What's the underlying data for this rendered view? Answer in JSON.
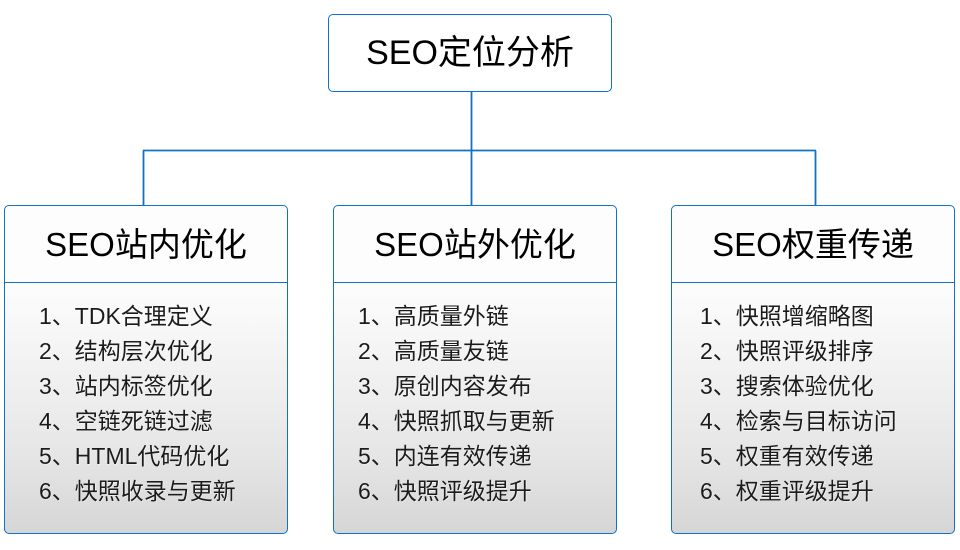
{
  "diagram": {
    "type": "org-chart",
    "orientation": "top-down",
    "accent_color": "#1271c4",
    "background_color": "#ffffff",
    "text_color": "#000000",
    "body_gradient_from": "#fdfdfd",
    "body_gradient_to": "#d6d6d6"
  },
  "root": {
    "label": "SEO定位分析"
  },
  "branches": [
    {
      "id": "on-site",
      "title": "SEO站内优化",
      "items": [
        "1、TDK合理定义",
        "2、结构层次优化",
        "3、站内标签优化",
        "4、空链死链过滤",
        "5、HTML代码优化",
        "6、快照收录与更新"
      ]
    },
    {
      "id": "off-site",
      "title": "SEO站外优化",
      "items": [
        "1、高质量外链",
        "2、高质量友链",
        "3、原创内容发布",
        "4、快照抓取与更新",
        "5、内连有效传递",
        "6、快照评级提升"
      ]
    },
    {
      "id": "weight-transfer",
      "title": "SEO权重传递",
      "items": [
        "1、快照增缩略图",
        "2、快照评级排序",
        "3、搜索体验优化",
        "4、检索与目标访问",
        "5、权重有效传递",
        "6、权重评级提升"
      ]
    }
  ]
}
